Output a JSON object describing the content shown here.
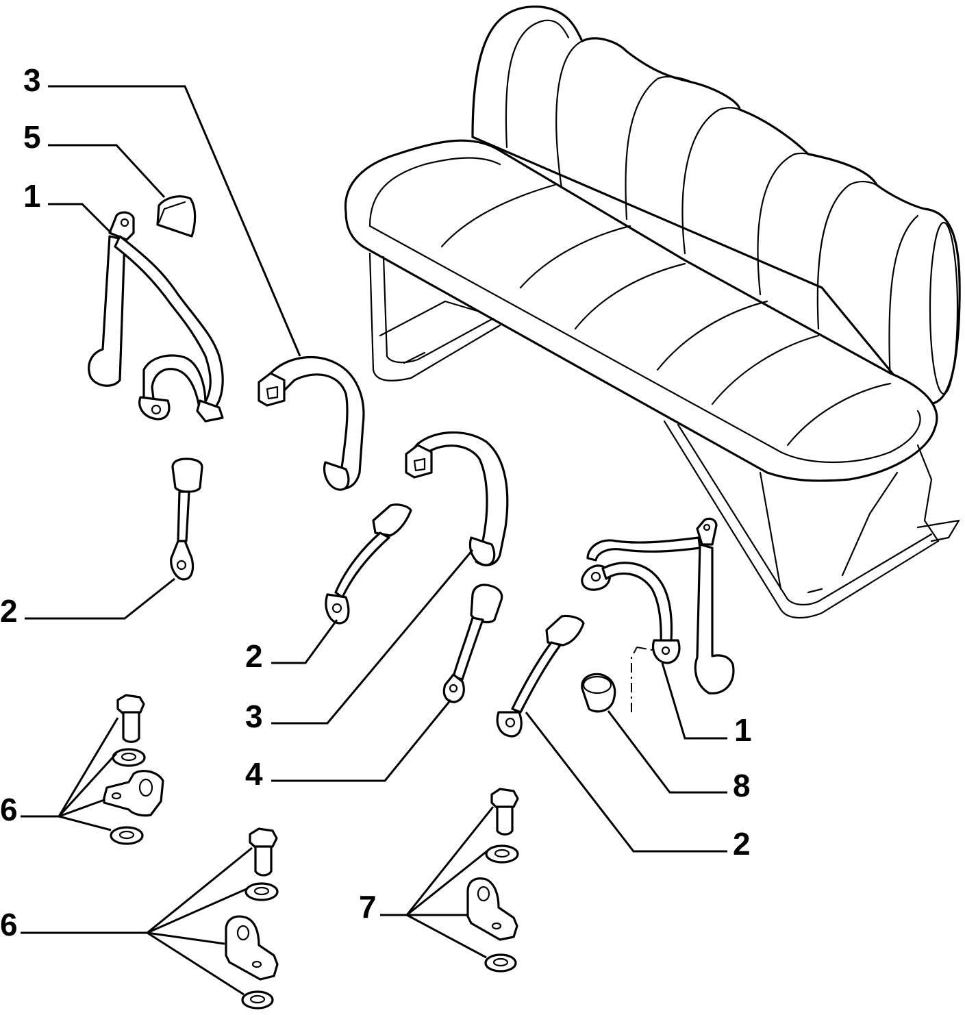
{
  "callouts": [
    {
      "id": "c3a",
      "text": "3"
    },
    {
      "id": "c5",
      "text": "5"
    },
    {
      "id": "c1a",
      "text": "1"
    },
    {
      "id": "c2a",
      "text": "2"
    },
    {
      "id": "c2b",
      "text": "2"
    },
    {
      "id": "c3b",
      "text": "3"
    },
    {
      "id": "c4",
      "text": "4"
    },
    {
      "id": "c1b",
      "text": "1"
    },
    {
      "id": "c8",
      "text": "8"
    },
    {
      "id": "c2c",
      "text": "2"
    },
    {
      "id": "c6a",
      "text": "6"
    },
    {
      "id": "c6b",
      "text": "6"
    },
    {
      "id": "c7",
      "text": "7"
    }
  ],
  "colors": {
    "line": "#000000",
    "background": "#ffffff"
  }
}
